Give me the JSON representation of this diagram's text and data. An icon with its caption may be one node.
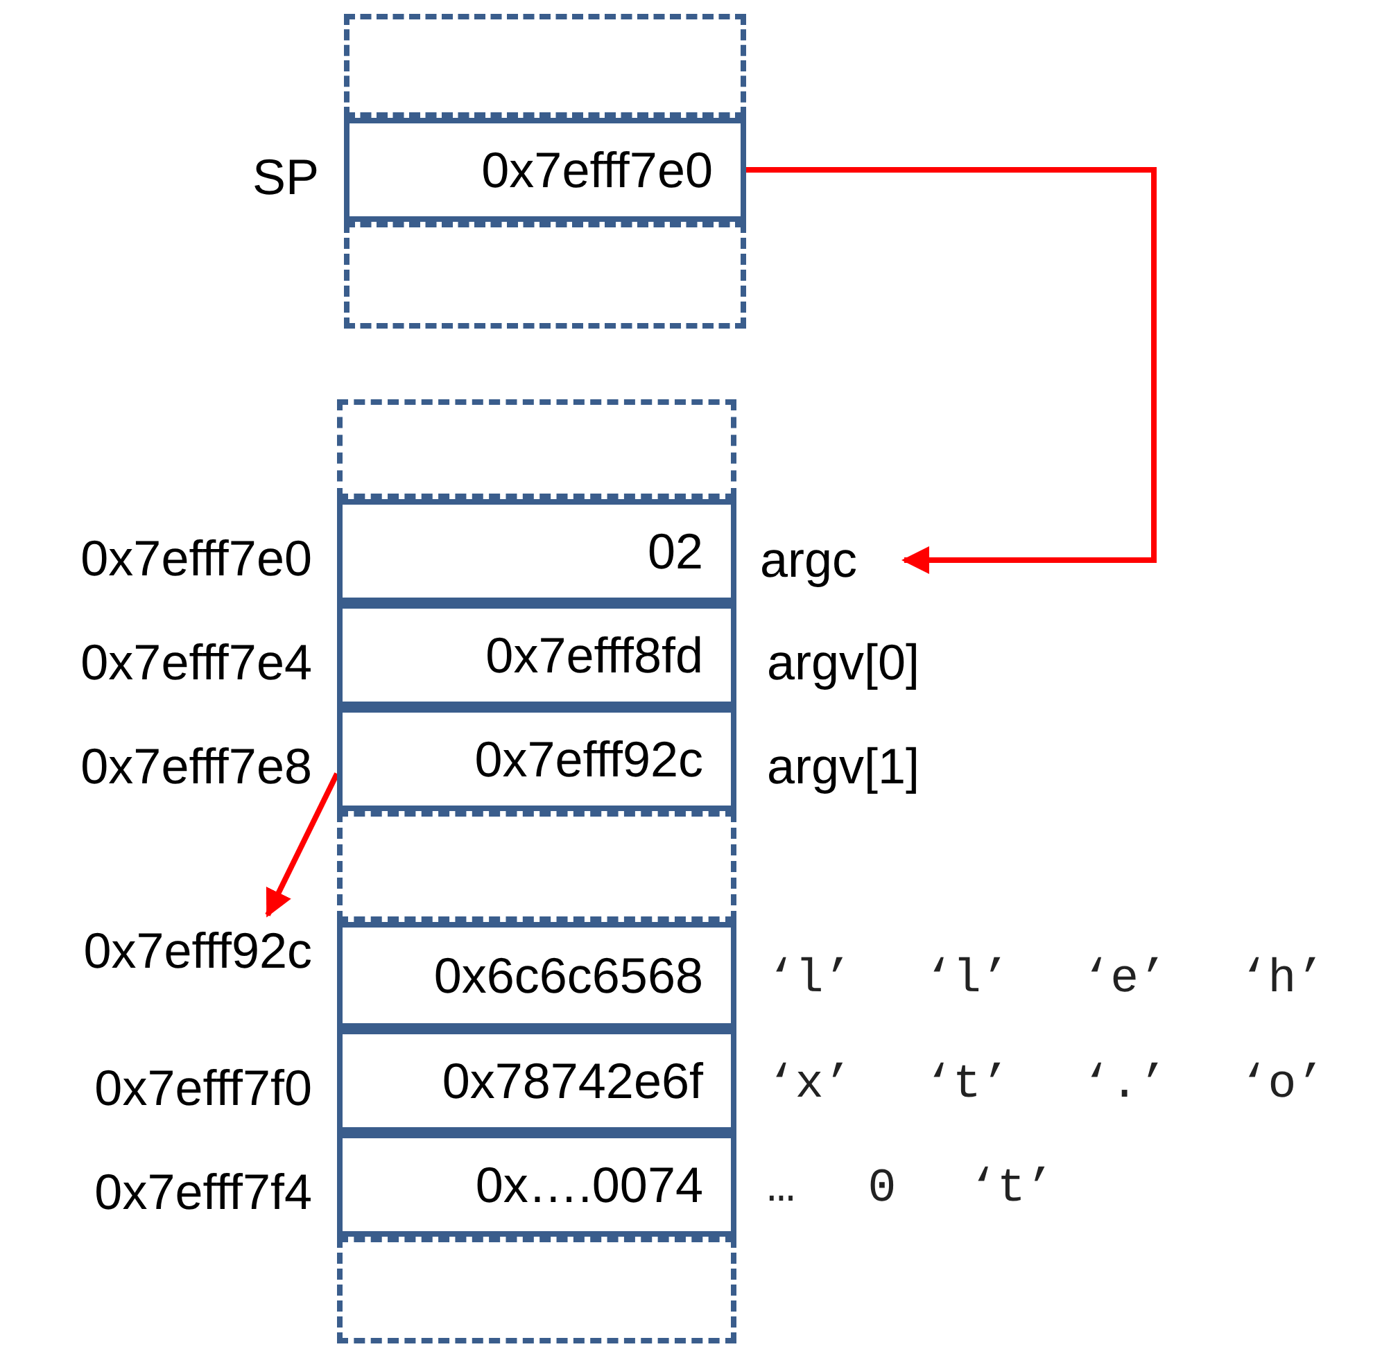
{
  "diagram": {
    "nodes": [
      {
        "text": [],
        "shape": "box"
      },
      {
        "text": [
          "0x7efff7e0"
        ],
        "beside": [
          "SP"
        ]
      },
      {
        "text": [],
        "shape": "box"
      },
      {
        "text": [],
        "shape": "box"
      },
      {
        "text": [
          "02"
        ],
        "beside": [
          "0x7efff7e0"
        ]
      },
      {
        "text": [
          "argc"
        ]
      },
      {
        "text": [
          "0x7efff8fd"
        ],
        "beside": [
          "0x7efff7e4",
          "argv[0]"
        ]
      },
      {
        "text": [
          "0x7efff92c"
        ],
        "beside": [
          "0x7efff7e8",
          "argv[1]"
        ]
      },
      {
        "text": [],
        "shape": "box"
      },
      {
        "text": [
          "0x7efff92c"
        ]
      },
      {
        "text": [
          "0x6c6c6568"
        ],
        "beside": [
          "‘l’ ‘l’ ‘e’ ‘h’"
        ]
      },
      {
        "text": [
          "0x78742e6f"
        ],
        "beside": [
          "0x7efff7f0",
          "‘x’ ‘t’ ‘.’ ‘o’"
        ]
      },
      {
        "text": [
          "0x….0074"
        ],
        "beside": [
          "0x7efff7f4",
          "… 0 ‘t’"
        ]
      },
      {
        "text": [],
        "shape": "box"
      }
    ],
    "edges": [
      {
        "from": 1,
        "to": 5,
        "arrow": "to"
      },
      {
        "from": 7,
        "to": 9,
        "arrow": "to"
      }
    ]
  }
}
